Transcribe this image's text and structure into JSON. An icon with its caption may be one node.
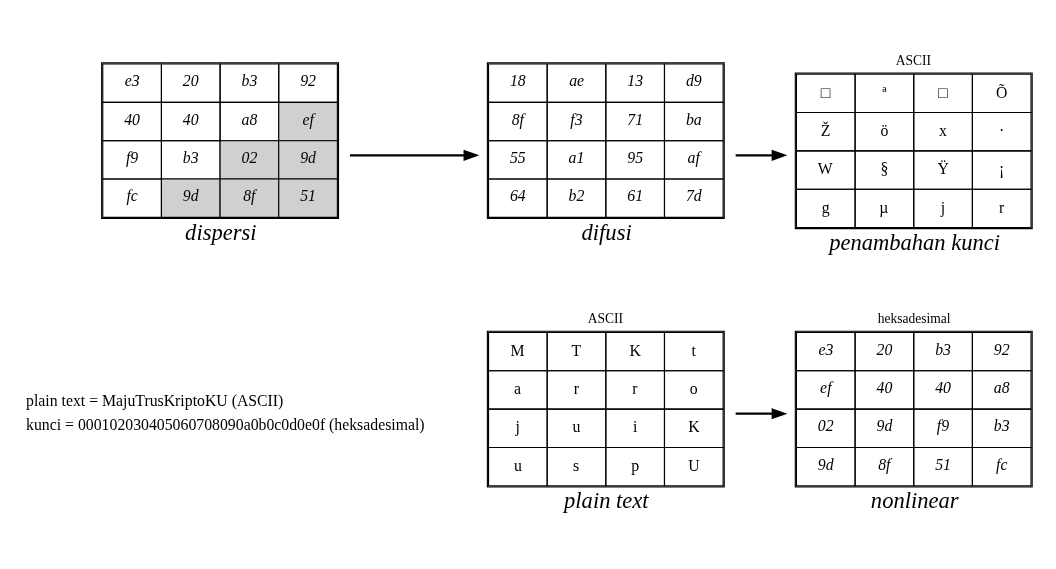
{
  "diagram": {
    "nodes": [
      {
        "text": [
          "ASCII",
          "M",
          "T",
          "K",
          "t",
          "a",
          "r",
          "r",
          "o",
          "j",
          "u",
          "i",
          "K",
          "u",
          "s",
          "p",
          "U",
          "plain text"
        ]
      },
      {
        "text": [
          "heksadesimal",
          "e3",
          "20",
          "b3",
          "92",
          "ef",
          "40",
          "40",
          "a8",
          "02",
          "9d",
          "f9",
          "b3",
          "9d",
          "8f",
          "51",
          "fc",
          "nonlinear"
        ]
      },
      {
        "text": [
          "e3",
          "20",
          "b3",
          "92",
          "40",
          "40",
          "a8",
          "ef",
          "f9",
          "b3",
          "02",
          "9d",
          "fc",
          "9d",
          "8f",
          "51",
          "dispersi"
        ]
      },
      {
        "text": [
          "18",
          "ae",
          "13",
          "d9",
          "8f",
          "f3",
          "71",
          "ba",
          "55",
          "a1",
          "95",
          "af",
          "64",
          "b2",
          "61",
          "7d",
          "difusi"
        ]
      },
      {
        "text": [
          "ASCII",
          "□",
          "ª",
          "□",
          "Õ",
          "Ž",
          "ö",
          "x",
          "·",
          "W",
          "§",
          "Ÿ",
          "¡",
          "g",
          "µ",
          "j",
          "r",
          "penambahan kunci"
        ]
      }
    ],
    "edges": [
      {
        "from": 0,
        "to": 1,
        "arrow": "to"
      },
      {
        "from": 2,
        "to": 3,
        "arrow": "to"
      },
      {
        "from": 3,
        "to": 4,
        "arrow": "to"
      }
    ],
    "labels": [
      "plain text = MajuTrusKriptoKU (ASCII)",
      "kunci = 000102030405060708090a0b0c0d0e0f (heksadesimal)"
    ]
  }
}
